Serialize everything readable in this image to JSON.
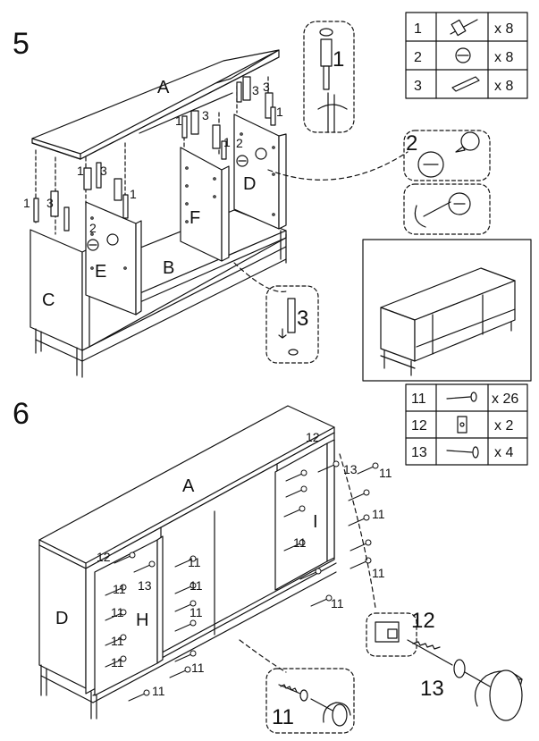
{
  "step5": {
    "number": "5",
    "panels": {
      "a": "A",
      "b": "B",
      "c": "C",
      "d": "D",
      "e": "E",
      "f": "F"
    },
    "callouts": {
      "c1": "1",
      "c2": "2",
      "c3": "3"
    },
    "parts_table": [
      {
        "id": "1",
        "qty": "x 8",
        "icon": "cam-bolt-icon"
      },
      {
        "id": "2",
        "qty": "x 8",
        "icon": "cam-lock-icon"
      },
      {
        "id": "3",
        "qty": "x 8",
        "icon": "wood-dowel-icon"
      }
    ],
    "labels": {
      "l1": "1",
      "l3": "3",
      "l2": "2"
    }
  },
  "step6": {
    "number": "6",
    "panels": {
      "a": "A",
      "d": "D",
      "h": "H",
      "i": "I"
    },
    "parts_table": [
      {
        "id": "11",
        "qty": "x 26",
        "icon": "screw-icon"
      },
      {
        "id": "12",
        "qty": "x 2",
        "icon": "door-stopper-icon"
      },
      {
        "id": "13",
        "qty": "x 4",
        "icon": "flat-screw-icon"
      }
    ],
    "labels": {
      "l11": "11",
      "l12": "12",
      "l13": "13"
    },
    "callouts": {
      "c12": "12",
      "c13": "13",
      "c11": "11"
    }
  }
}
